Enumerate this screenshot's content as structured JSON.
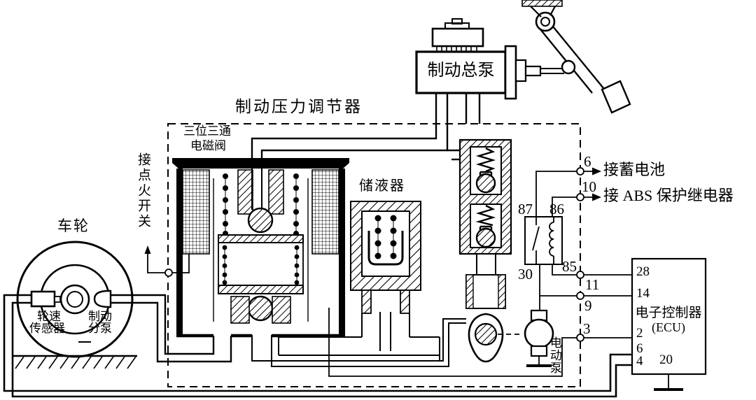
{
  "diagram": {
    "title": "制动压力调节器",
    "labels": {
      "master_cylinder": "制动总泵",
      "solenoid_l1": "三位三通",
      "solenoid_l2": "电磁阀",
      "ignition": "接点火开关",
      "reservoir": "储液器",
      "wheel": "车轮",
      "sensor_l1": "轮速",
      "sensor_l2": "传感器",
      "wheel_cyl_l1": "制动",
      "wheel_cyl_l2": "分泵",
      "pump": "电动泵",
      "ecu_l1": "电子控制器",
      "ecu_l2": "(ECU)",
      "to_battery": "接蓄电池",
      "to_abs_relay": "接 ABS 保护继电器"
    },
    "relay_terminals": {
      "t87": "87",
      "t86": "86",
      "t30": "30",
      "t85": "85"
    },
    "harness_terminals": {
      "t6": "6",
      "t10": "10",
      "t11": "11",
      "t9": "9",
      "t3": "3"
    },
    "ecu_pins": {
      "p28": "28",
      "p14": "14",
      "p2": "2",
      "p6": "6",
      "p4": "4",
      "p20": "20"
    },
    "colors": {
      "line": "#000000",
      "background": "#ffffff"
    }
  }
}
